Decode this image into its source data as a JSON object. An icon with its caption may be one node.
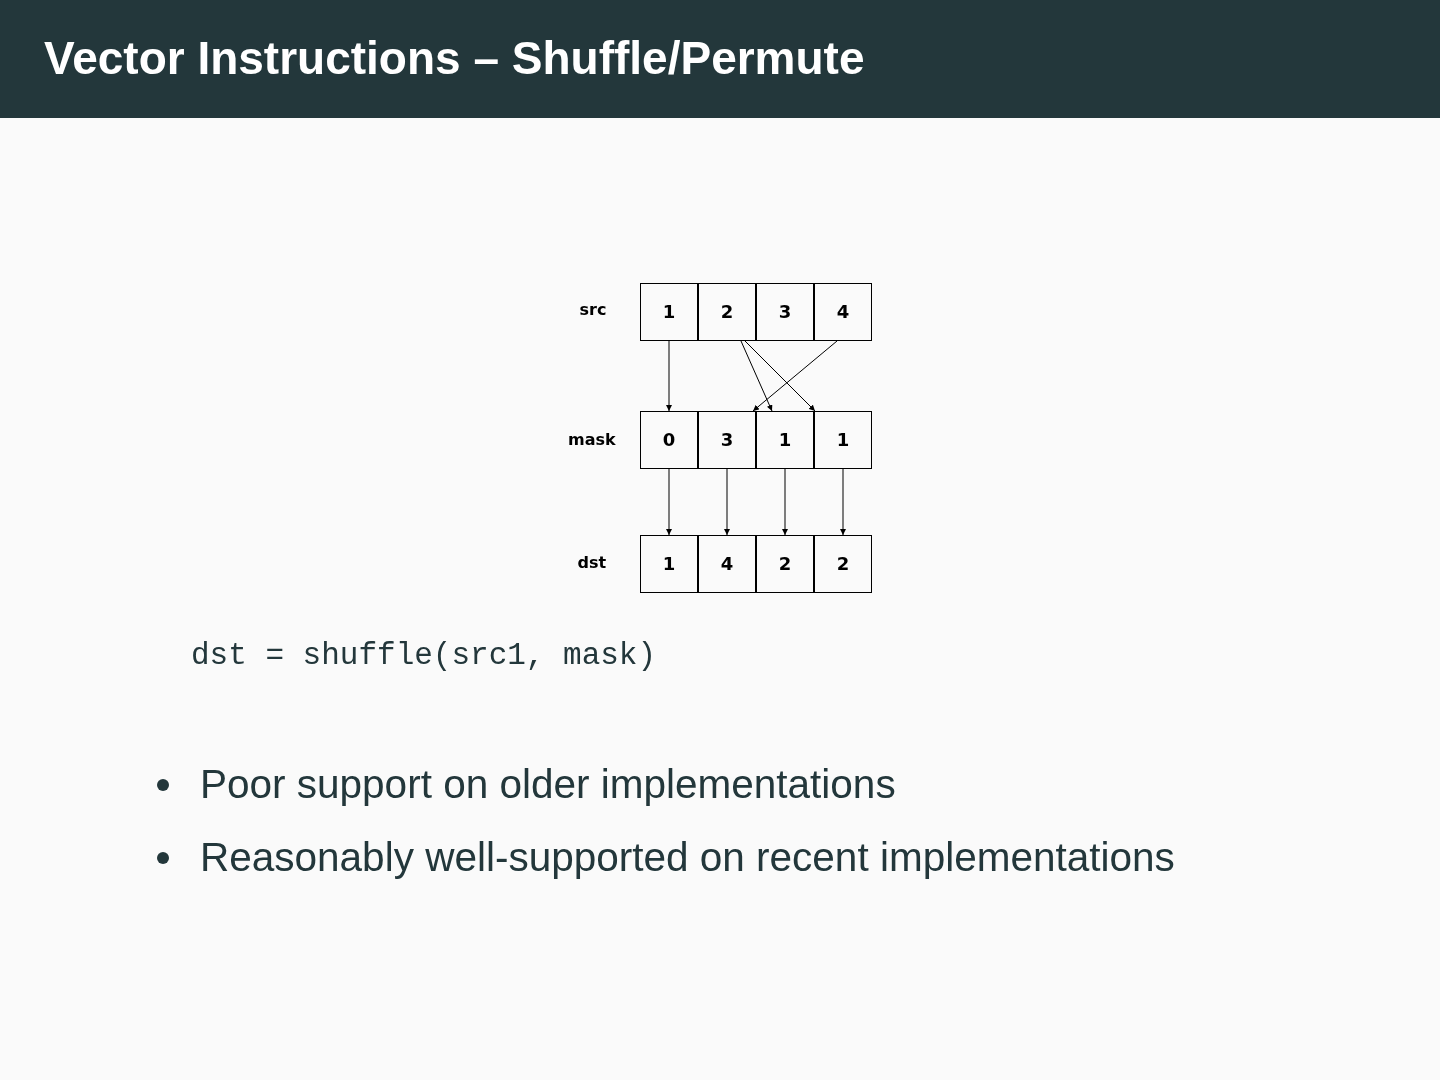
{
  "diagram": {
    "title": "Vector Instructions – Shuffle/Permute",
    "nodes": [
      {
        "text": [
          "1"
        ]
      },
      {
        "text": [
          "2"
        ]
      },
      {
        "text": [
          "3"
        ]
      },
      {
        "text": [
          "4"
        ]
      },
      {
        "text": [
          "0"
        ]
      },
      {
        "text": [
          "3"
        ]
      },
      {
        "text": [
          "1"
        ]
      },
      {
        "text": [
          "1"
        ]
      },
      {
        "text": [
          "1"
        ]
      },
      {
        "text": [
          "4"
        ]
      },
      {
        "text": [
          "2"
        ]
      },
      {
        "text": [
          "2"
        ]
      }
    ],
    "edges": [
      {
        "from": 0,
        "to": 4,
        "arrow": "to"
      },
      {
        "from": 1,
        "to": 6,
        "arrow": "to"
      },
      {
        "from": 1,
        "to": 7,
        "arrow": "to"
      },
      {
        "from": 3,
        "to": 5,
        "arrow": "to"
      },
      {
        "from": 4,
        "to": 8,
        "arrow": "to"
      },
      {
        "from": 5,
        "to": 9,
        "arrow": "to"
      },
      {
        "from": 6,
        "to": 10,
        "arrow": "to"
      },
      {
        "from": 7,
        "to": 11,
        "arrow": "to"
      }
    ],
    "labels": [
      "src",
      "mask",
      "dst",
      "dst = shuffle(src1, mask)",
      "Poor support on older implementations",
      "Reasonably well-supported on recent implementations"
    ]
  }
}
